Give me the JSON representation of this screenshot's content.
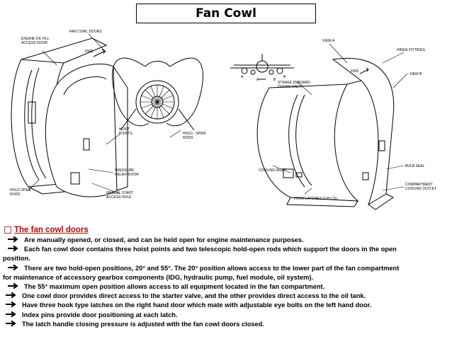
{
  "title": "Fan Cowl",
  "figure": {
    "labels": {
      "engine_oil_fill": [
        "ENGINE OIL FILL",
        "ACCESS DOOR"
      ],
      "fan_cowl_doors": "FAN COWL DOORS",
      "fwd_left": "FWD",
      "hoist_points": [
        "HOIST",
        "POINTS"
      ],
      "hold_open_rods_center": [
        "HOLD - OPEN",
        "RODS"
      ],
      "pressure_relief": [
        "PRESSURE",
        "RELIEF DOOR"
      ],
      "hold_open_rods_left": [
        "HOLD OPEN",
        "RODS"
      ],
      "manual_start": [
        "MANUAL START",
        "ACCESS HOLE"
      ],
      "view_a": "VIEW A",
      "fwd_right": "FWD",
      "hinge_fittings": "HINGE FITTINGS",
      "view_b": "VIEW B",
      "plane_a1": "A",
      "plane_a2": "A",
      "plane_b1": "B",
      "plane_b2": "B",
      "strake": [
        "STRAKE (INBOARD",
        "DOORS ONLY)"
      ],
      "cooling_inlet": "COOLING INLET",
      "bulb_seal": "BULB SEAL",
      "hook_latches": "HOOK LATCHES (3 PLCS)",
      "compartment": [
        "COMPARTMENT",
        "COOLING OUTLET"
      ]
    }
  },
  "section": {
    "heading": "The fan cowl doors",
    "bullets": [
      "Are manually opened, or closed, and can be held open for engine maintenance purposes.",
      "Each fan cowl door contains three hoist points and two telescopic hold-open rods which support the doors in the open",
      "position.",
      "There are two hold-open positions, 20° and 55°. The 20° position allows access to the lower part of the fan compartment",
      "for maintenance of accessory gearbox components (IDG, hydraulic pump, fuel module, oil system).",
      "The 55° maximum open position allows access to all equipment located in the fan compartment.",
      "One cowl door provides direct access to the starter valve, and the other provides direct access to the oil tank.",
      "Have three hook type latches on the right hand door which mate with adjustable eye bolts on the left hand door.",
      "Index pins provide door positioning at each latch.",
      "The latch handle closing pressure is adjusted with the fan cowl doors closed."
    ]
  },
  "colors": {
    "heading": "#c00000",
    "checkbox": "#c0392b",
    "arrow": "#000000"
  }
}
